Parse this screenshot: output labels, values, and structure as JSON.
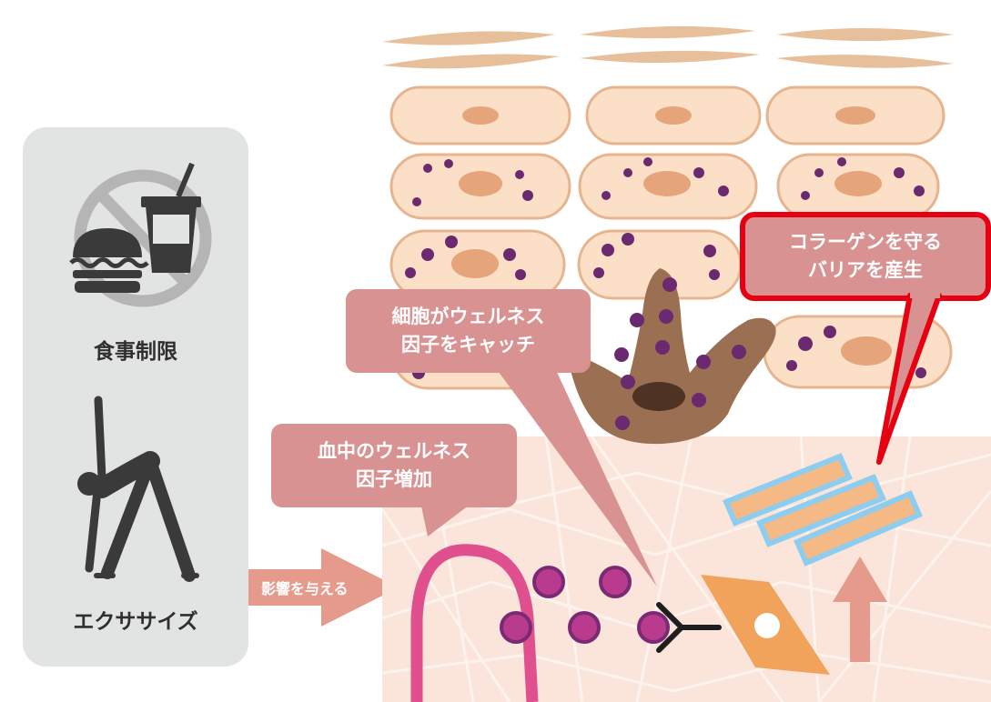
{
  "panel": {
    "diet_label": "食事制限",
    "exercise_label": "エクササイズ"
  },
  "arrow_label": "影響を与える",
  "callouts": {
    "blood": "血中のウェルネス\n因子増加",
    "catch": "細胞がウェルネス\n因子をキャッチ",
    "barrier": "コラーゲンを守る\nバリアを産生"
  },
  "icons": [
    "no-fast-food-icon",
    "yoga-triangle-pose-icon",
    "skin-cell-layers-diagram"
  ],
  "colors": {
    "panel_bg": "#e2e3e3",
    "callout_bg": "#d99292",
    "callout_highlight_border": "#e60012",
    "cell_fill": "#fbe0c7",
    "cell_stroke": "#e6b48e",
    "nucleus": "#e5a47a",
    "granule": "#6b2a6f",
    "melanocyte": "#9b6f52",
    "dermis": "#fbe4d9",
    "vessel": "#e0508e",
    "factor": "#b83b8e",
    "fibroblast": "#f1a25b",
    "collagen_fill": "#f5b985",
    "collagen_border": "#8ccdf0",
    "arrow": "#e59a8c"
  }
}
